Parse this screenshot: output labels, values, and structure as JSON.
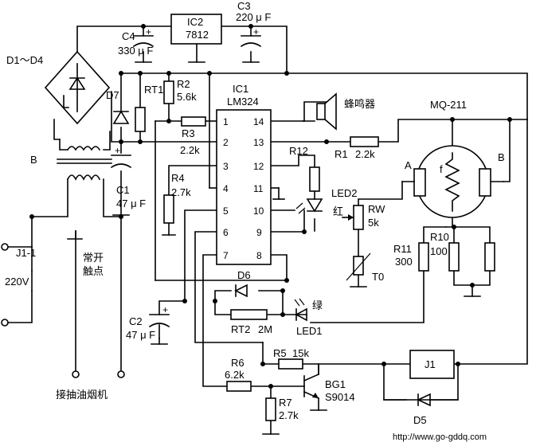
{
  "components": {
    "ic2": {
      "ref": "IC2",
      "value": "7812"
    },
    "c3": {
      "ref": "C3",
      "value": "220 μ F"
    },
    "c4": {
      "ref": "C4",
      "value": "330 μ F"
    },
    "bridge": {
      "ref": "D1～D4"
    },
    "d7": {
      "ref": "D7"
    },
    "rt1": {
      "ref": "RT1"
    },
    "r2": {
      "ref": "R2",
      "value": "5.6k"
    },
    "ic1": {
      "ref": "IC1",
      "value": "LM324"
    },
    "buzzer": {
      "label": "蜂鸣器"
    },
    "r3": {
      "ref": "R3",
      "value": "2.2k"
    },
    "r1": {
      "ref": "R1",
      "value": "2.2k"
    },
    "sensor": {
      "ref": "MQ-211",
      "a": "A",
      "b": "B",
      "f": "f"
    },
    "r12": {
      "ref": "R12"
    },
    "transformer": {
      "ref": "B"
    },
    "c1": {
      "ref": "C1",
      "value": "47 μ F"
    },
    "r4": {
      "ref": "R4",
      "value": "2.7k"
    },
    "led2": {
      "ref": "LED2",
      "color": "红"
    },
    "rw": {
      "ref": "RW",
      "value": "5k"
    },
    "r11": {
      "ref": "R11",
      "value": "300"
    },
    "r10": {
      "ref": "R10",
      "value": "100"
    },
    "t0": {
      "ref": "T0"
    },
    "relay_contact": {
      "ref": "J1-1",
      "label_line1": "常开",
      "label_line2": "触点"
    },
    "mains": {
      "label": "220V"
    },
    "d6": {
      "ref": "D6"
    },
    "rt2": {
      "ref": "RT2",
      "value": "2M"
    },
    "led1": {
      "ref": "LED1",
      "color": "绿"
    },
    "c2": {
      "ref": "C2",
      "value": "47 μ F"
    },
    "r5": {
      "ref": "R5",
      "value": "15k"
    },
    "relay": {
      "ref": "J1"
    },
    "r6": {
      "ref": "R6",
      "value": "6.2k"
    },
    "bg1": {
      "ref": "BG1",
      "value": "S9014"
    },
    "r7": {
      "ref": "R7",
      "value": "2.7k"
    },
    "d5": {
      "ref": "D5"
    },
    "load": {
      "label": "接抽油烟机"
    }
  },
  "ic1_pins": [
    "1",
    "2",
    "3",
    "4",
    "5",
    "6",
    "7",
    "8",
    "9",
    "10",
    "11",
    "12",
    "13",
    "14"
  ],
  "watermark": "http://www.go-gddq.com"
}
